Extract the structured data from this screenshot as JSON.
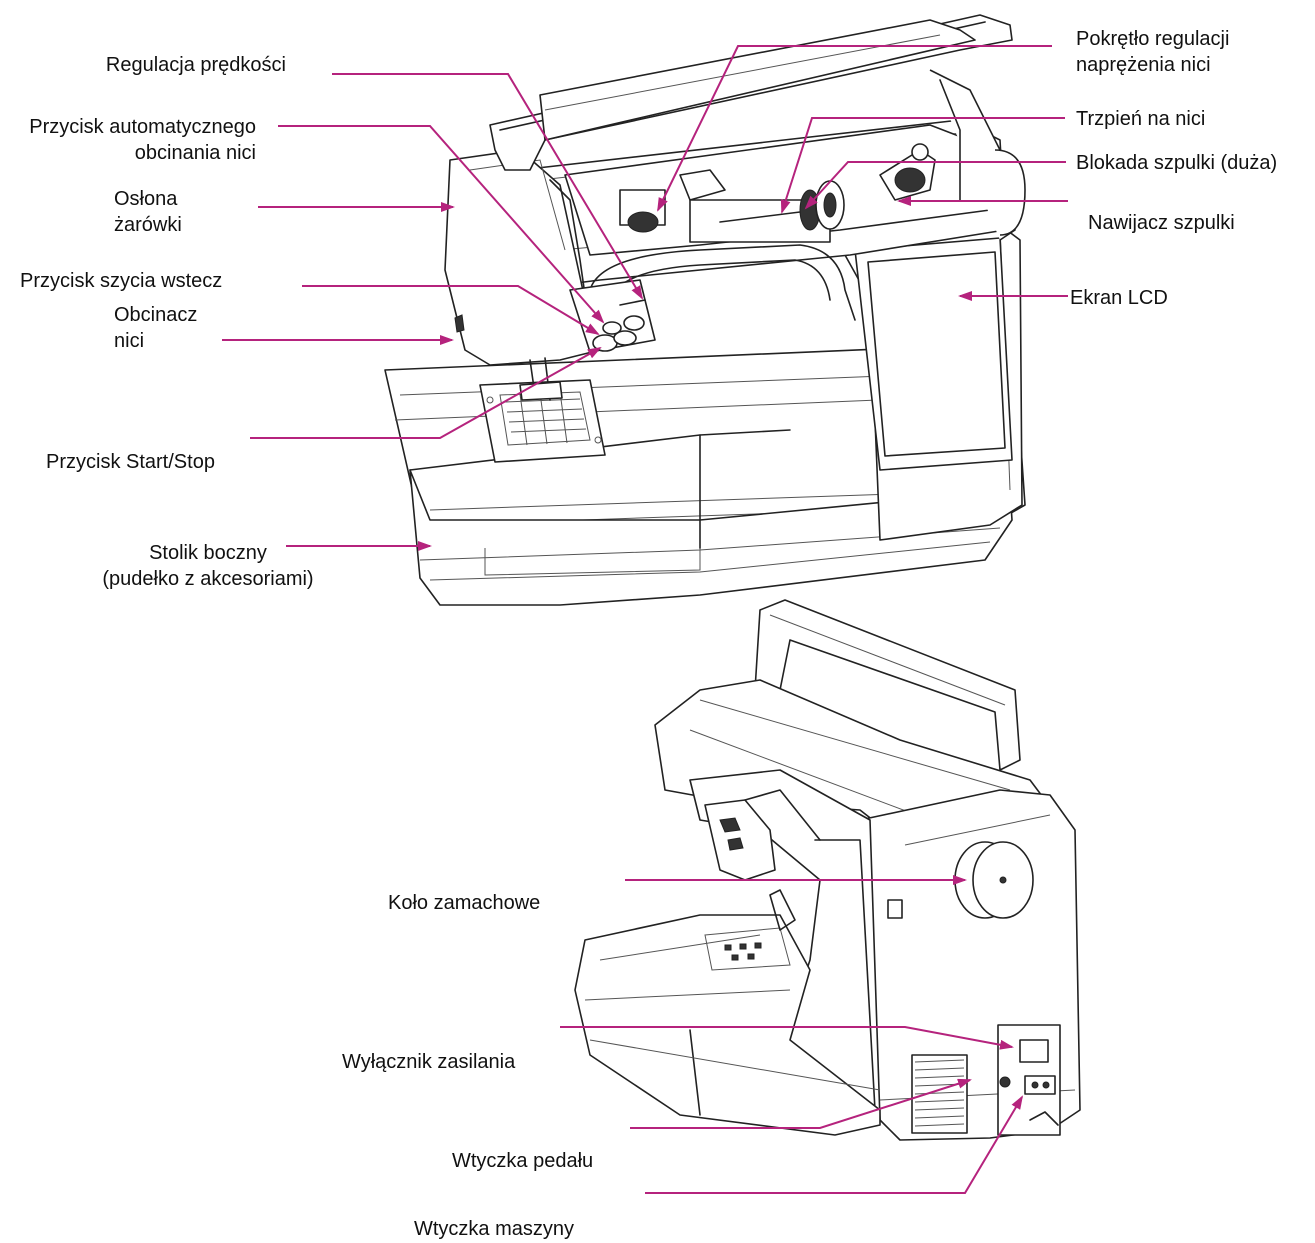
{
  "colors": {
    "leader": "#b5237d",
    "outline": "#222222",
    "text": "#111111",
    "background": "#ffffff"
  },
  "labels": {
    "speed_control": [
      "Regulacja prędkości"
    ],
    "auto_thread_cutter_button": [
      "Przycisk automatycznego",
      "obcinania nici"
    ],
    "bulb_cover": [
      "Osłona",
      "żarówki"
    ],
    "reverse_button": [
      "Przycisk szycia wstecz"
    ],
    "thread_cutter": [
      "Obcinacz",
      "nici"
    ],
    "start_stop_button": [
      "Przycisk Start/Stop"
    ],
    "side_table": [
      "Stolik boczny",
      "(pudełko z akcesoriami)"
    ],
    "tension_dial": [
      "Pokrętło regulacji",
      "naprężenia nici"
    ],
    "spool_pin": [
      "Trzpień na nici"
    ],
    "spool_cap": [
      "Blokada szpulki (duża)"
    ],
    "bobbin_winder": [
      "Nawijacz szpulki"
    ],
    "lcd_screen": [
      "Ekran LCD"
    ],
    "handwheel": [
      "Koło zamachowe"
    ],
    "power_switch": [
      "Wyłącznik zasilania"
    ],
    "foot_control_socket": [
      "Wtyczka pedału"
    ],
    "machine_socket": [
      "Wtyczka maszyny"
    ]
  }
}
